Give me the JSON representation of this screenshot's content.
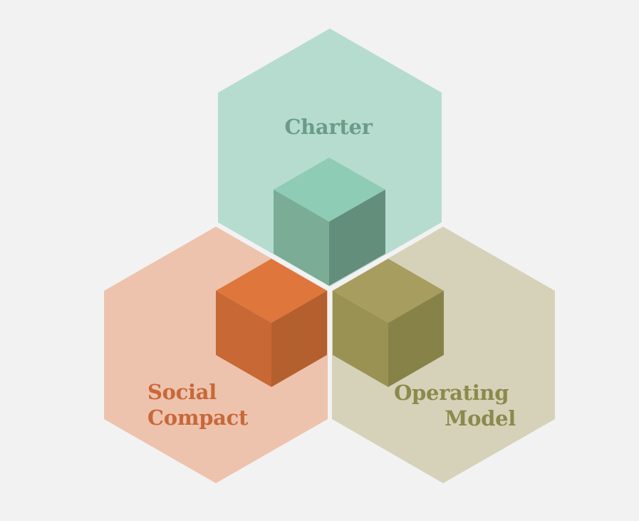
{
  "diagram": {
    "background": "#f2f2f2",
    "hexagons": [
      {
        "id": "charter",
        "label_lines": [
          "Charter"
        ],
        "fill": "#b6dcd0",
        "text_color": "#6b9c88",
        "cube": {
          "top": "#8fccb5",
          "left": "#7aac96",
          "right": "#638e7c"
        }
      },
      {
        "id": "social-compact",
        "label_lines": [
          "Social",
          "Compact"
        ],
        "fill": "#edc3ad",
        "text_color": "#c8683a",
        "cube": {
          "top": "#df763c",
          "left": "#c86835",
          "right": "#b45f2e"
        }
      },
      {
        "id": "operating-model",
        "label_lines": [
          "Operating",
          "Model"
        ],
        "fill": "#d6d2b9",
        "text_color": "#8a8a4c",
        "cube": {
          "top": "#a69d5f",
          "left": "#999253",
          "right": "#878248"
        }
      }
    ]
  }
}
